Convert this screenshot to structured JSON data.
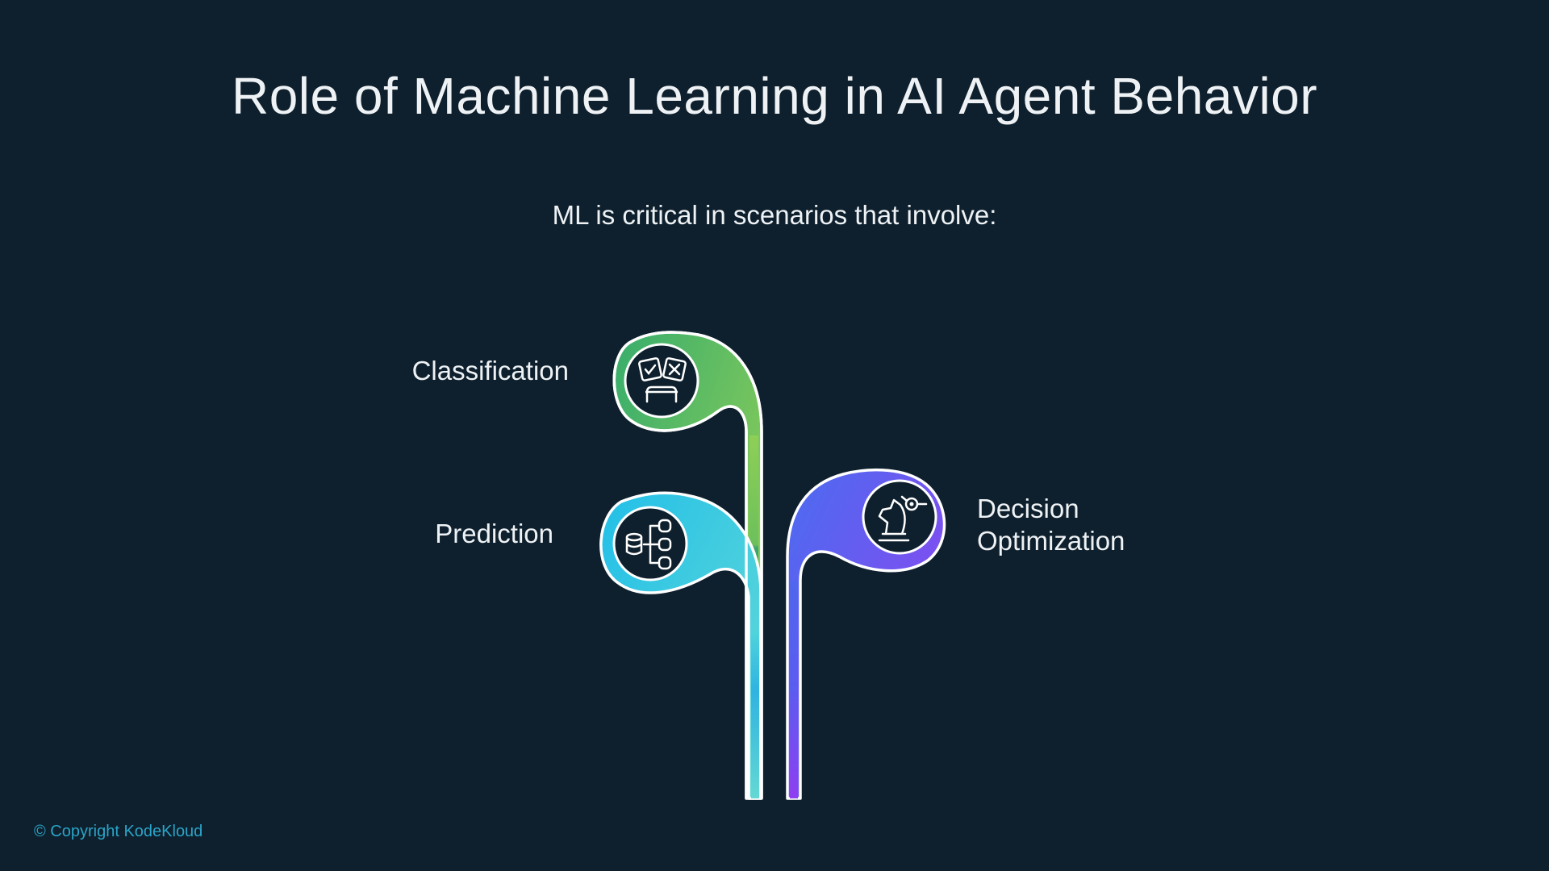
{
  "slide": {
    "title": "Role of Machine Learning in AI Agent Behavior",
    "subtitle": "ML is critical in scenarios that involve:",
    "copyright": "© Copyright KodeKloud"
  },
  "items": [
    {
      "label": "Classification",
      "icon": "classification-cards-icon",
      "color_start": "#3bb06e",
      "color_end": "#9cd455"
    },
    {
      "label": "Prediction",
      "icon": "database-branch-icon",
      "color_start": "#29c3e8",
      "color_end": "#5fd8d8"
    },
    {
      "label_line1": "Decision",
      "label_line2": "Optimization",
      "icon": "chess-knight-icon",
      "color_start": "#4f6cf0",
      "color_end": "#8a3ff0"
    }
  ],
  "colors": {
    "background": "#0e202d",
    "text": "#eef2f5",
    "copyright": "#2aa4c8"
  }
}
